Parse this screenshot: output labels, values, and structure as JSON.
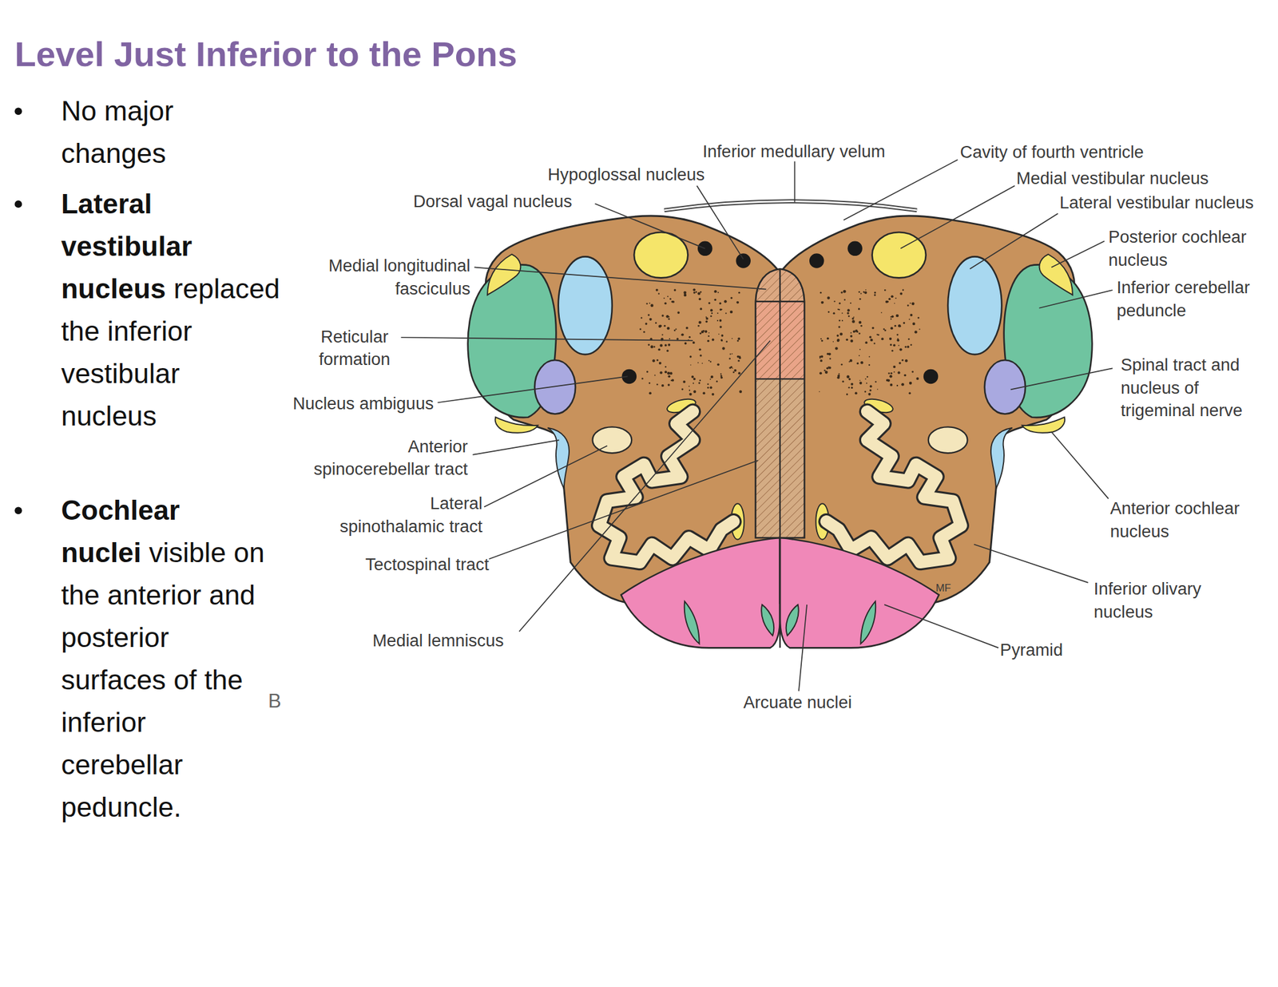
{
  "diagram": {
    "title": "Level Just Inferior to the Pons",
    "labels": [
      "Inferior medullary velum",
      "Cavity of fourth ventricle",
      "Hypoglossal nucleus",
      "Medial vestibular nucleus",
      "Lateral vestibular nucleus",
      "Dorsal vagal nucleus",
      "Posterior cochlear nucleus",
      "Medial longitudinal fasciculus",
      "Inferior cerebellar peduncle",
      "Reticular formation",
      "Spinal tract and nucleus of trigeminal nerve",
      "Nucleus ambiguus",
      "Anterior spinocerebellar tract",
      "Anterior cochlear nucleus",
      "Lateral spinothalamic tract",
      "Inferior olivary nucleus",
      "Tectospinal tract",
      "Medial lemniscus",
      "Pyramid",
      "Arcuate nuclei",
      "MF",
      "B",
      "No major changes",
      "Lateral vestibular nucleus",
      "replaced the inferior vestibular nucleus",
      "Cochlear nuclei",
      "visible on the anterior and posterior surfaces of the inferior cerebellar peduncle."
    ]
  }
}
